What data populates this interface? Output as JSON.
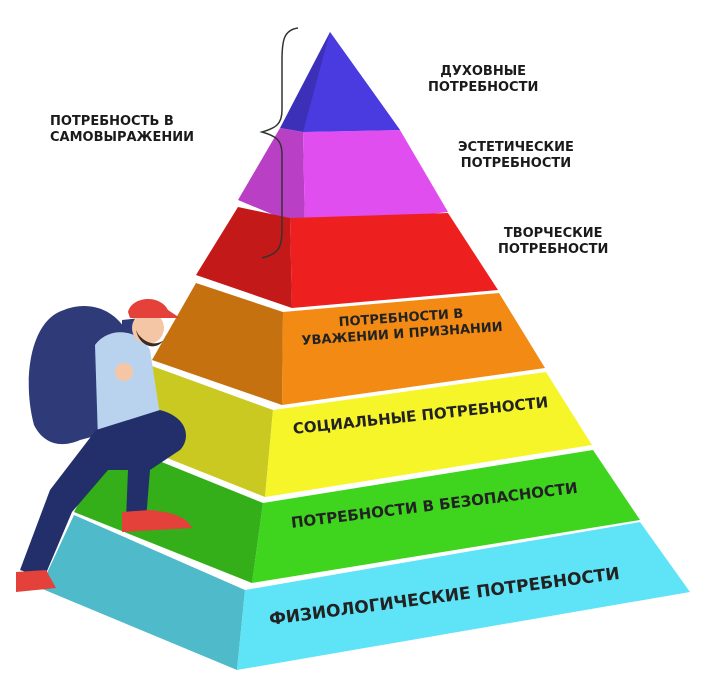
{
  "colors": {
    "violet": "#4a3be0",
    "magenta": "#e14ef0",
    "red": "#ee1f1f",
    "orange": "#f28a14",
    "yellow": "#f6f52a",
    "green": "#3fd41e",
    "cyan": "#5fe3f6",
    "shirt": "#b9d3ef",
    "backpack": "#2e3b78",
    "pants": "#232f6b",
    "shoe": "#e3413a",
    "cap": "#e3413a",
    "skin": "#f5c6a5",
    "beard": "#3a2a22"
  },
  "labels": {
    "spiritual": [
      "ДУХОВНЫЕ",
      "ПОТРЕБНОСТИ"
    ],
    "aesthetic": [
      "ЭСТЕТИЧЕСКИЕ",
      "ПОТРЕБНОСТИ"
    ],
    "creative": [
      "ТВОРЧЕСКИЕ",
      "ПОТРЕБНОСТИ"
    ],
    "self_expression": [
      "ПОТРЕБНОСТЬ В",
      "САМОВЫРАЖЕНИИ"
    ],
    "esteem": [
      "ПОТРЕБНОСТИ В",
      "УВАЖЕНИИ И ПРИЗНАНИИ"
    ],
    "social": "СОЦИАЛЬНЫЕ ПОТРЕБНОСТИ",
    "safety": "ПОТРЕБНОСТИ В БЕЗОПАСНОСТИ",
    "physiological": "ФИЗИОЛОГИЧЕСКИЕ ПОТРЕБНОСТИ"
  }
}
